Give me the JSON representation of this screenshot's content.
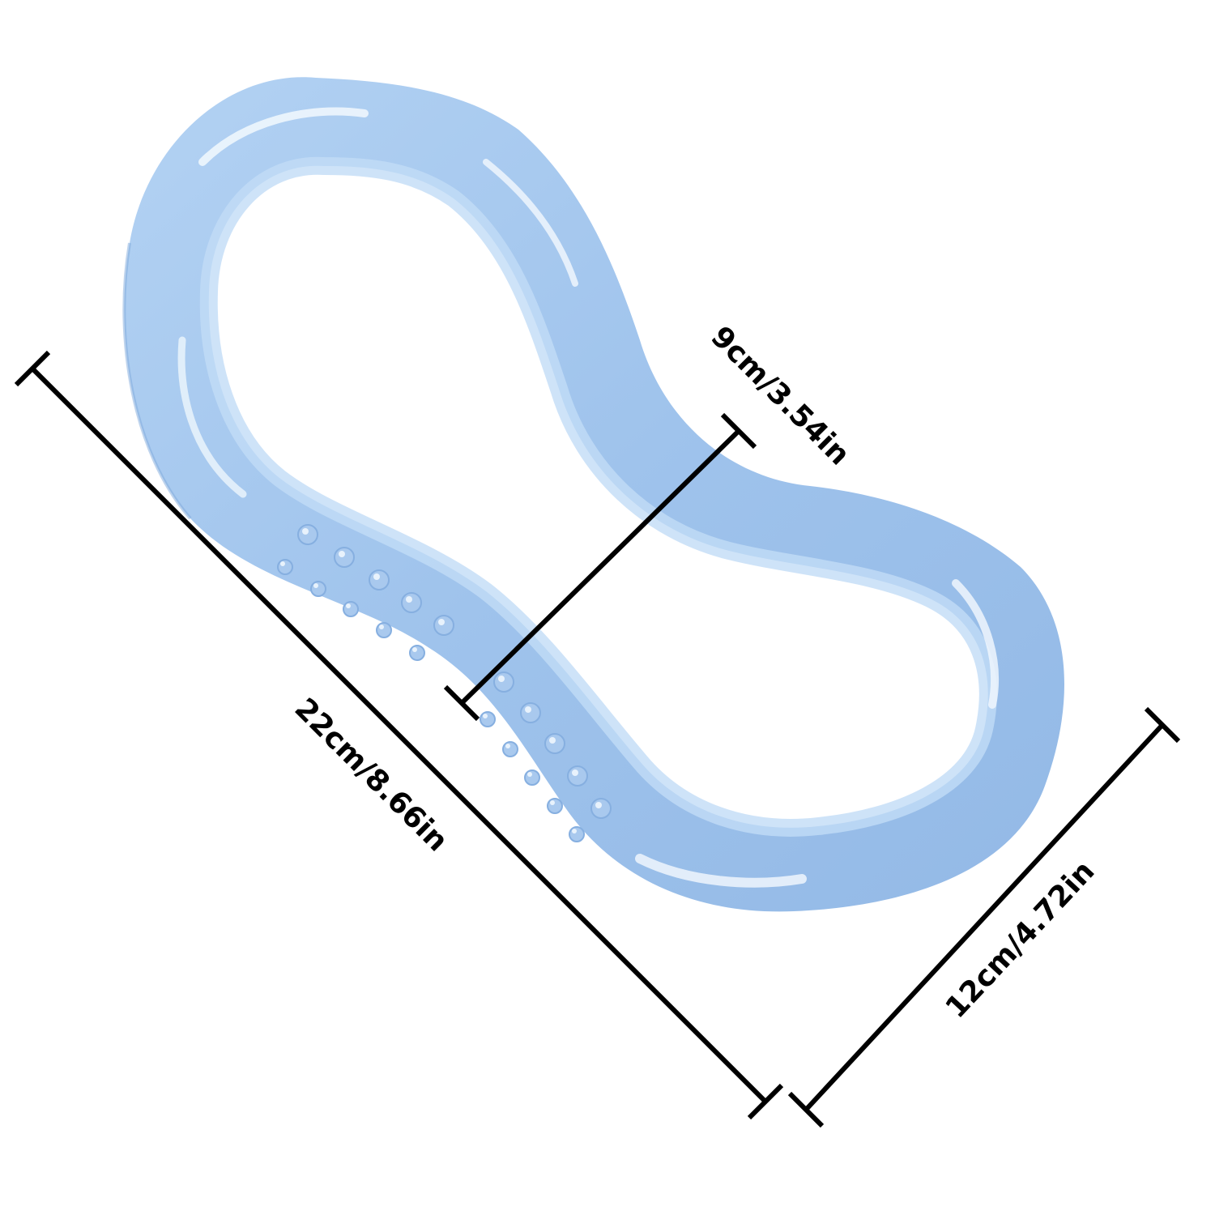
{
  "product": {
    "icon": "figure-eight-yoga-ring",
    "color_main": "#9fc3ec",
    "color_light": "#c2dcf6",
    "color_highlight": "#eef6fd",
    "color_shadow": "#7fa9dc"
  },
  "dimensions": {
    "length_label": "22cm/8.66in",
    "width_label": "12cm/4.72in",
    "waist_label": "9cm/3.54in",
    "line_color": "#000000"
  }
}
